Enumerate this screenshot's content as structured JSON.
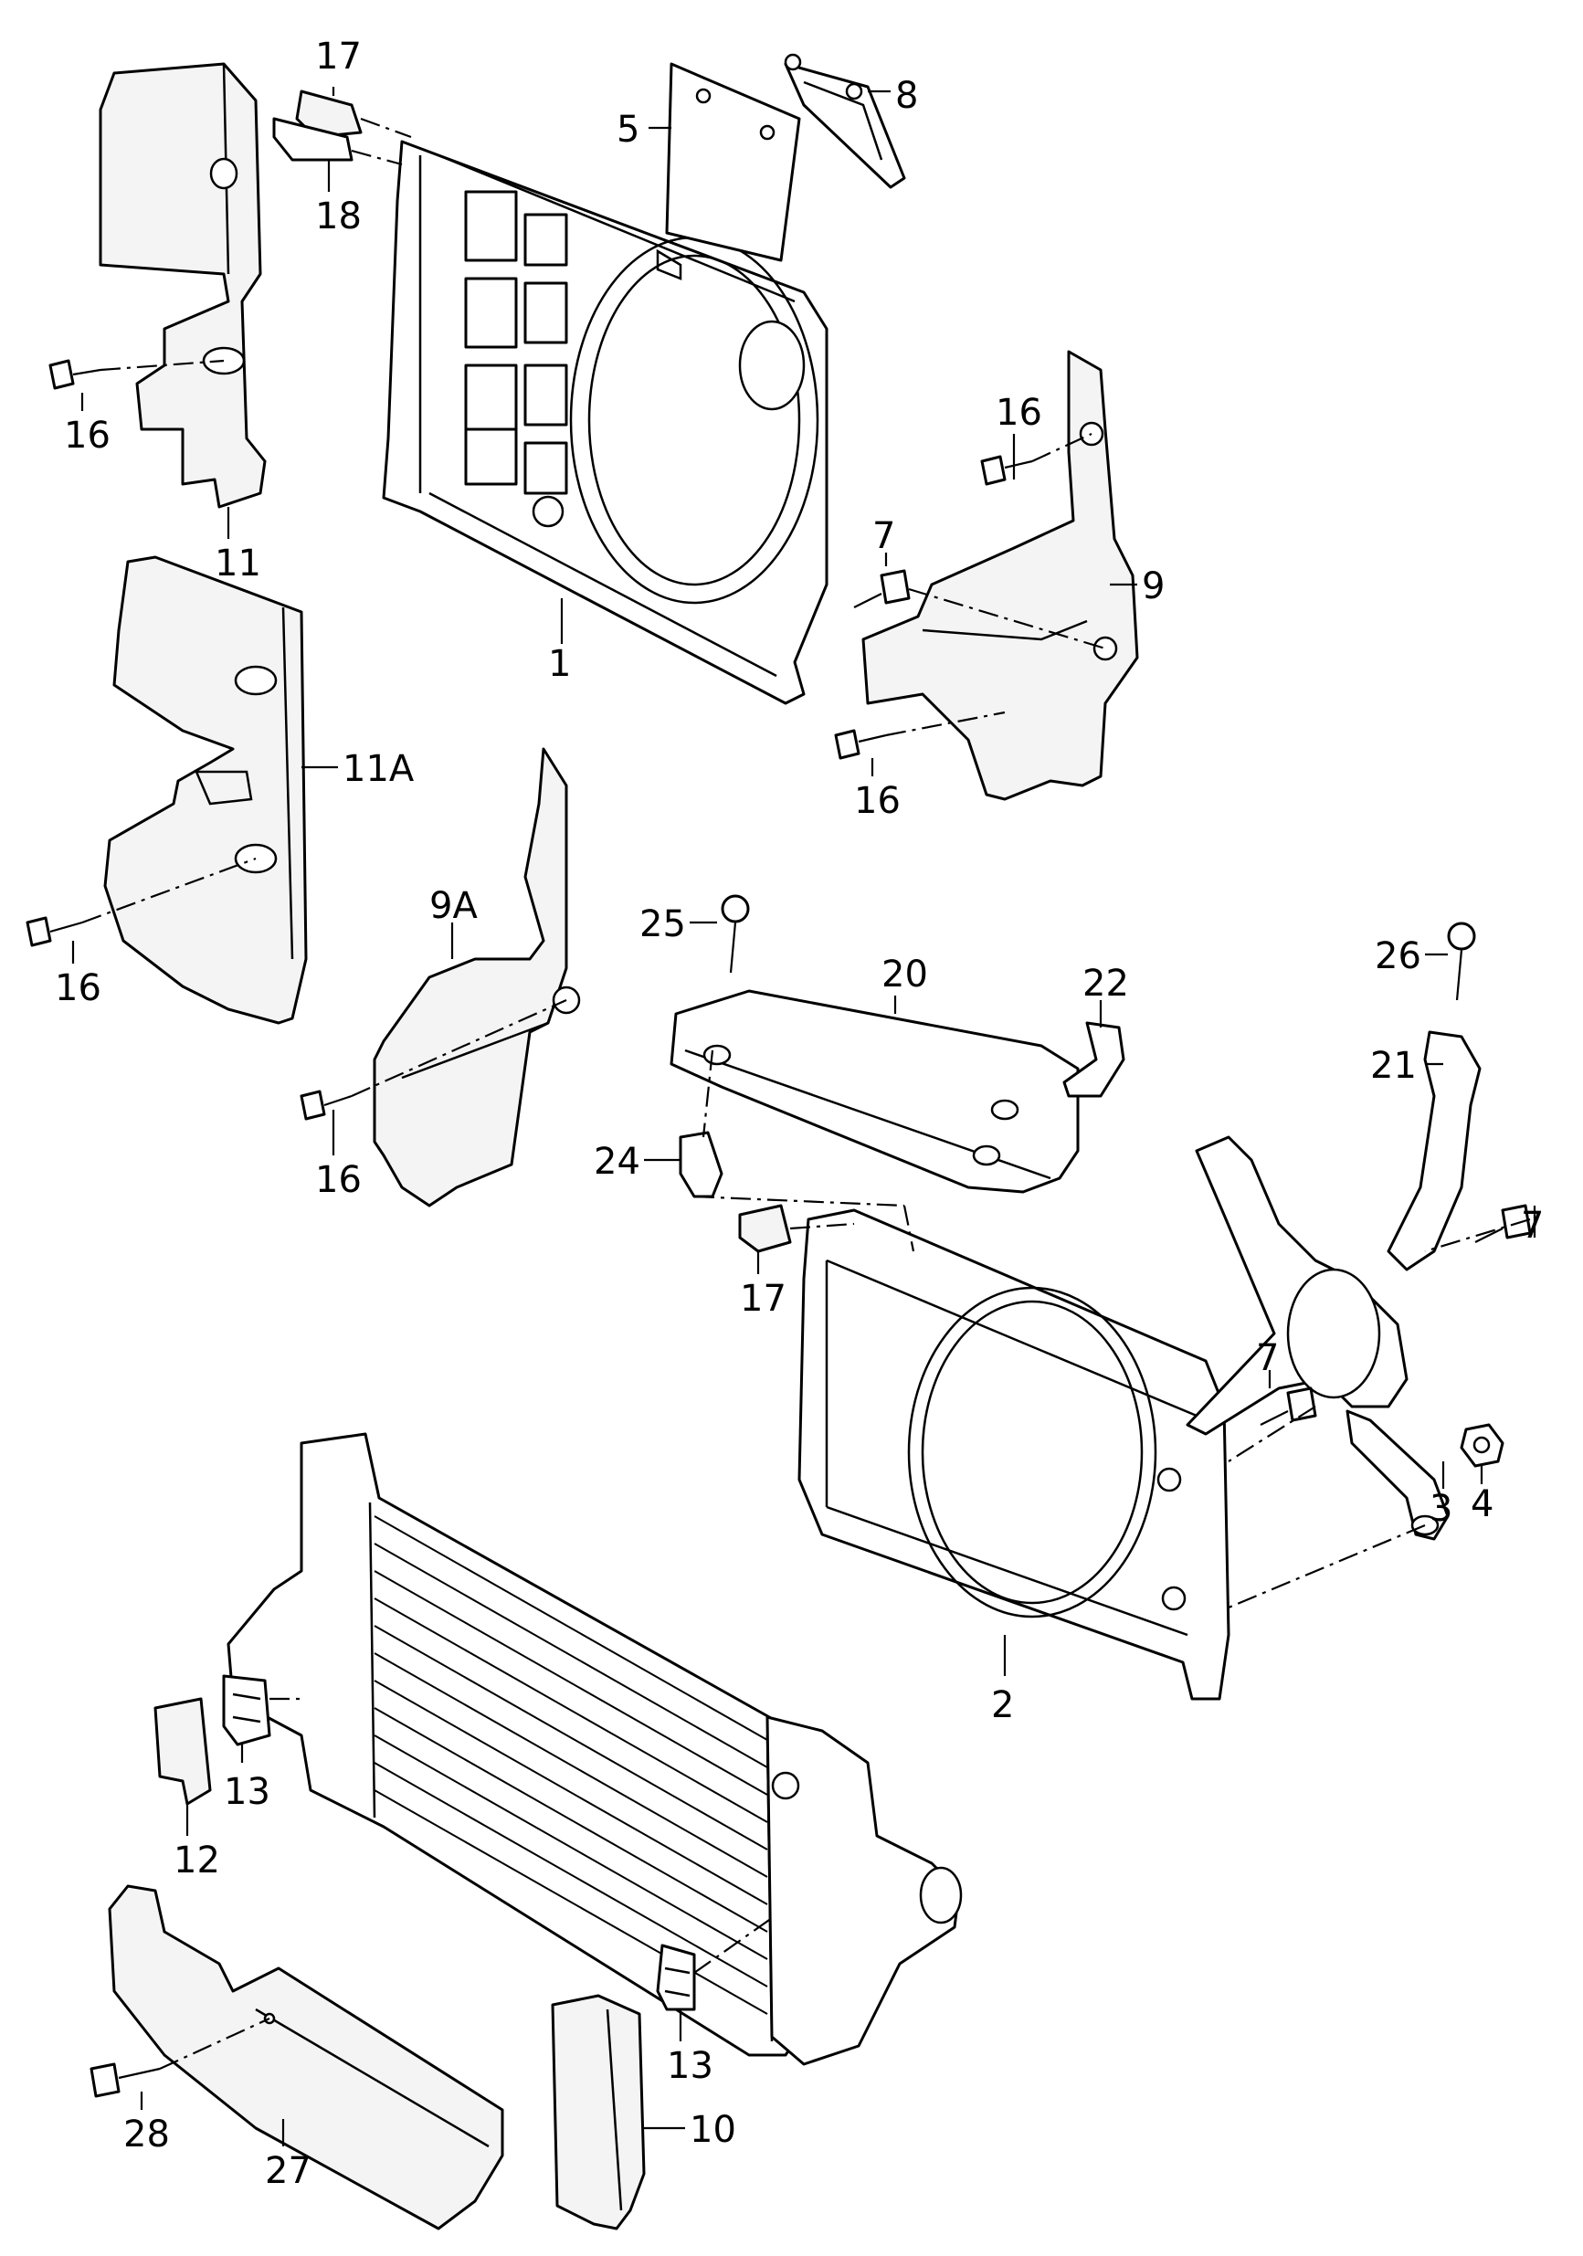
{
  "labels": [
    {
      "id": "1",
      "text": "1"
    },
    {
      "id": "2",
      "text": "2"
    },
    {
      "id": "3",
      "text": "3"
    },
    {
      "id": "4",
      "text": "4"
    },
    {
      "id": "5",
      "text": "5"
    },
    {
      "id": "7a",
      "text": "7"
    },
    {
      "id": "7b",
      "text": "7"
    },
    {
      "id": "7c",
      "text": "7"
    },
    {
      "id": "8",
      "text": "8"
    },
    {
      "id": "9",
      "text": "9"
    },
    {
      "id": "9a",
      "text": "9A"
    },
    {
      "id": "10",
      "text": "10"
    },
    {
      "id": "11",
      "text": "11"
    },
    {
      "id": "11a",
      "text": "11A"
    },
    {
      "id": "12",
      "text": "12"
    },
    {
      "id": "13a",
      "text": "13"
    },
    {
      "id": "13b",
      "text": "13"
    },
    {
      "id": "16a",
      "text": "16"
    },
    {
      "id": "16b",
      "text": "16"
    },
    {
      "id": "16c",
      "text": "16"
    },
    {
      "id": "16d",
      "text": "16"
    },
    {
      "id": "16e",
      "text": "16"
    },
    {
      "id": "17a",
      "text": "17"
    },
    {
      "id": "17b",
      "text": "17"
    },
    {
      "id": "18",
      "text": "18"
    },
    {
      "id": "20",
      "text": "20"
    },
    {
      "id": "21",
      "text": "21"
    },
    {
      "id": "22",
      "text": "22"
    },
    {
      "id": "24",
      "text": "24"
    },
    {
      "id": "25",
      "text": "25"
    },
    {
      "id": "26",
      "text": "26"
    },
    {
      "id": "27",
      "text": "27"
    },
    {
      "id": "28",
      "text": "28"
    }
  ]
}
